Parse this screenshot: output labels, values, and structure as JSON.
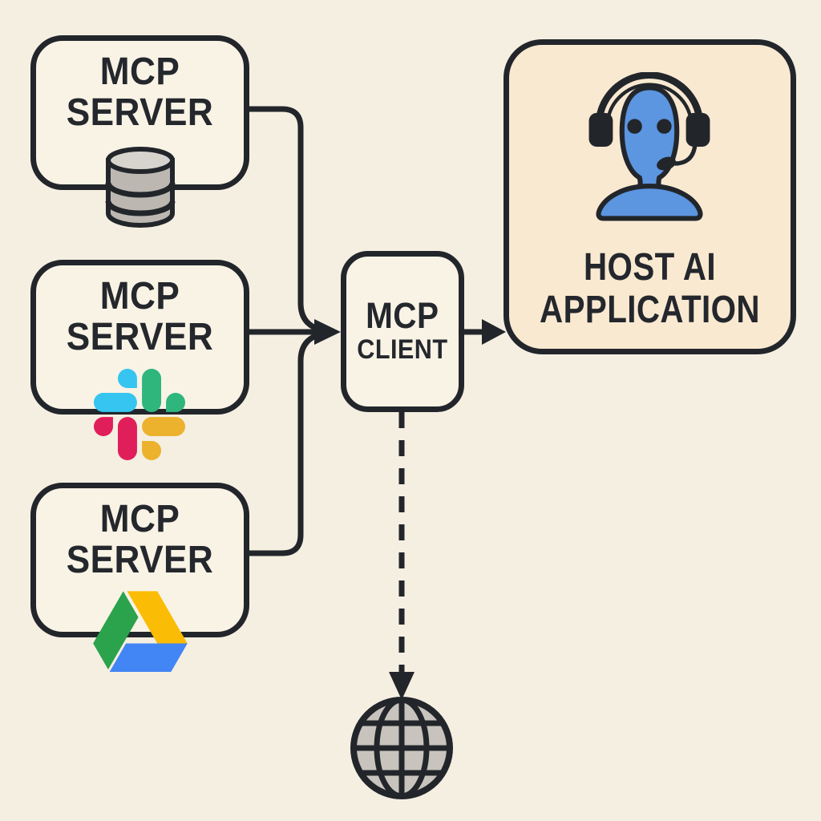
{
  "diagram": {
    "title": "MCP architecture diagram",
    "nodes": {
      "server_db": {
        "line1": "MCP",
        "line2": "SERVER",
        "icon": "database-icon"
      },
      "server_slack": {
        "line1": "MCP",
        "line2": "SERVER",
        "icon": "slack-icon"
      },
      "server_drive": {
        "line1": "MCP",
        "line2": "SERVER",
        "icon": "google-drive-icon"
      },
      "client": {
        "line1": "MCP",
        "line2": "CLIENT"
      },
      "host": {
        "line1": "HOST AI",
        "line2": "APPLICATION",
        "icon": "support-agent-icon"
      },
      "internet": {
        "icon": "globe-icon"
      }
    },
    "edges": [
      {
        "from": "server_db",
        "to": "client",
        "style": "solid-elbow"
      },
      {
        "from": "server_slack",
        "to": "client",
        "style": "solid-arrow"
      },
      {
        "from": "server_drive",
        "to": "client",
        "style": "solid-elbow"
      },
      {
        "from": "client",
        "to": "host",
        "style": "solid-arrow"
      },
      {
        "from": "client",
        "to": "internet",
        "style": "dashed-arrow"
      }
    ],
    "palette": {
      "background": "#f5efe2",
      "ink": "#22262b",
      "box_fill": "#f9f3e6",
      "host_fill": "#f9e9d1",
      "person_blue": "#5c95e0",
      "db_top": "#d7d4ce",
      "db_body": "#bcb8b1",
      "globe_fill": "#c8c4bd",
      "slack_blue": "#36C5F0",
      "slack_green": "#2EB67D",
      "slack_red": "#E01E5A",
      "slack_yellow": "#ECB22E",
      "drive_green": "#2BA24C",
      "drive_yellow": "#FBBC05",
      "drive_blue": "#4285F4"
    }
  }
}
